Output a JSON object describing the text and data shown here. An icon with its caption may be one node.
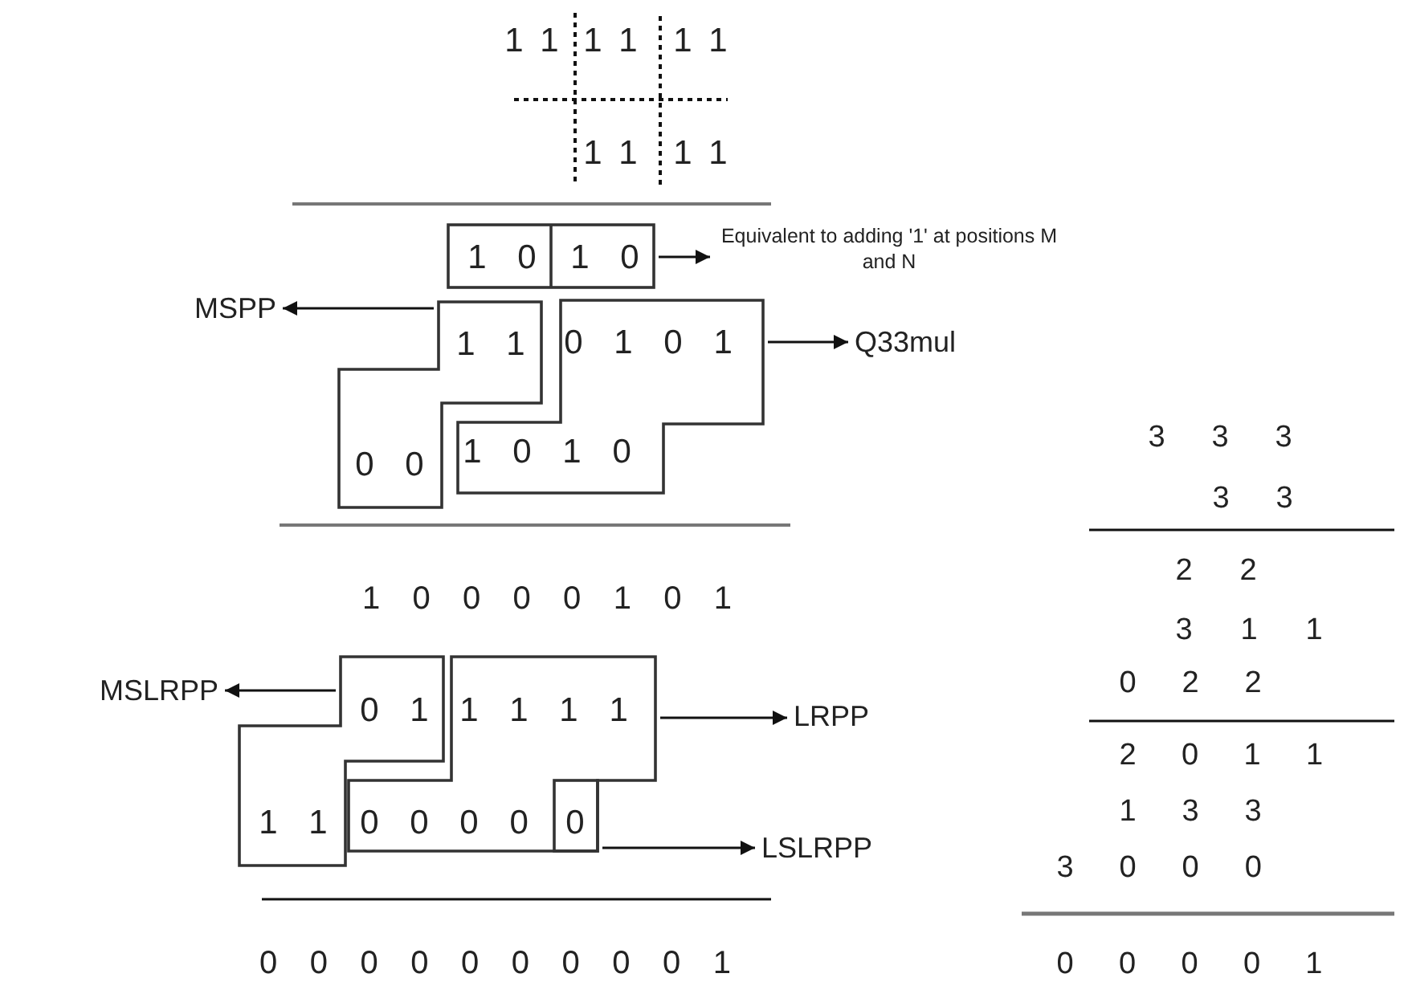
{
  "diagram": {
    "nodes": [
      {
        "text": [
          "1 0",
          "1 0"
        ]
      },
      {
        "text": [
          "1 1",
          "0 0"
        ]
      },
      {
        "text": [
          "0 1 0 1",
          "1 0 1 0"
        ]
      },
      {
        "text": [
          "0 1",
          "1 1"
        ]
      },
      {
        "text": [
          "1 1 1 1",
          "0 0 0 0"
        ]
      },
      {
        "text": [
          "0"
        ],
        "in": 4
      },
      {
        "text": [
          "Equivalent to adding '1' at positions M and N"
        ]
      },
      {
        "text": [
          "MSPP"
        ]
      },
      {
        "text": [
          "Q33mul"
        ]
      },
      {
        "text": [
          "MSLRPP"
        ]
      },
      {
        "text": [
          "LRPP"
        ]
      },
      {
        "text": [
          "LSLRPP"
        ]
      }
    ],
    "edges": [
      {
        "from": 0,
        "to": 6,
        "arrow": "to"
      },
      {
        "from": 1,
        "to": 7,
        "arrow": "to"
      },
      {
        "from": 2,
        "to": 8,
        "arrow": "to"
      },
      {
        "from": 3,
        "to": 9,
        "arrow": "to"
      },
      {
        "from": 4,
        "to": 10,
        "arrow": "to"
      },
      {
        "from": 5,
        "to": 11,
        "arrow": "to"
      }
    ],
    "labels": [
      "1 1",
      "1 1",
      "1 1",
      "1 1",
      "1 1",
      "1 0 0 0 0 1 0 1",
      "0 0 0 0 0 0 0 0 0 1",
      "3 3 3",
      "3 3",
      "2 2",
      "3 1 1",
      "0 2 2",
      "2 0 1 1",
      "1 3 3",
      "3 0 0 0",
      "0 0 0 0 1"
    ]
  }
}
